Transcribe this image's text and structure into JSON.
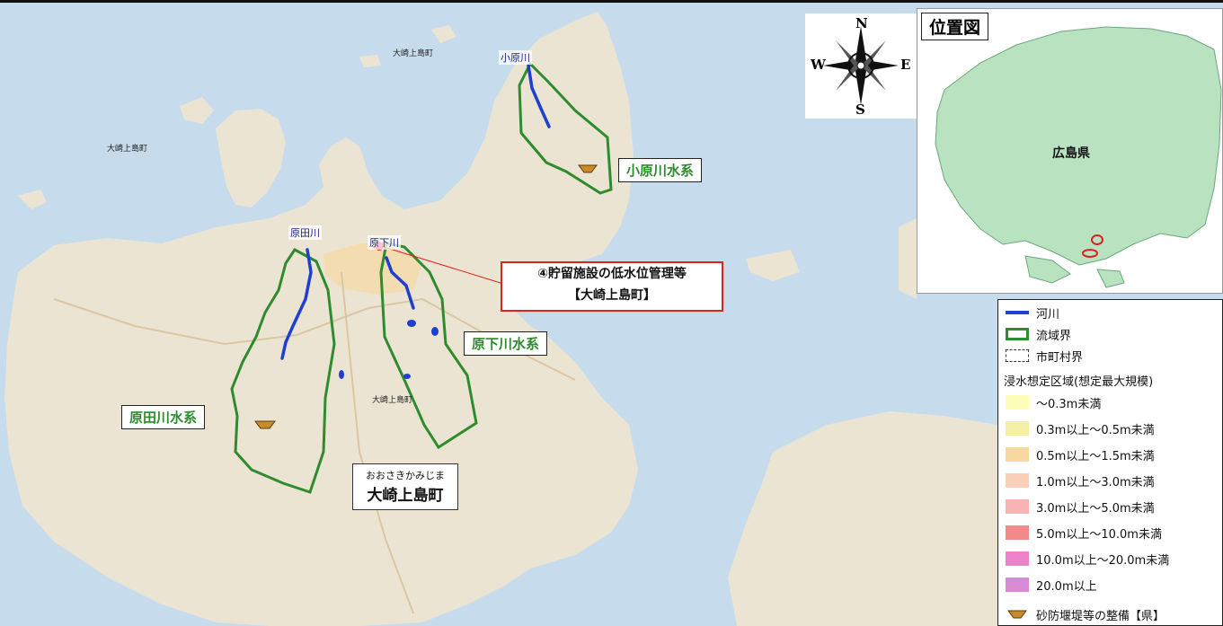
{
  "map": {
    "place_labels": [
      {
        "id": "ozaki-north",
        "text": "大崎上島町"
      },
      {
        "id": "ozaki-west",
        "text": "大崎上島町"
      },
      {
        "id": "ozaki-central",
        "text": "大崎上島町"
      }
    ],
    "rivers": [
      {
        "id": "kohara",
        "name": "小原川"
      },
      {
        "id": "harada",
        "name": "原田川"
      },
      {
        "id": "harashita",
        "name": "原下川"
      }
    ],
    "systems": [
      {
        "id": "kohara",
        "label": "小原川水系"
      },
      {
        "id": "harashita",
        "label": "原下川水系"
      },
      {
        "id": "harada",
        "label": "原田川水系"
      }
    ],
    "callout": {
      "line1": "④貯留施設の低水位管理等",
      "line2": "【大崎上島町】",
      "marker_color": "#e02020"
    },
    "town_box": {
      "reading": "おおさきかみじま",
      "name": "大崎上島町"
    },
    "compass": {
      "n": "N",
      "s": "S",
      "e": "E",
      "w": "W",
      "icon": "compass-rose-icon"
    },
    "colors": {
      "sea": "#c6dcec",
      "land": "#ece4d2",
      "river": "#1f3fd1",
      "basin": "#2e8b2e",
      "dam": "#c98a2a"
    }
  },
  "inset": {
    "title": "位置図",
    "prefecture": "広島県",
    "land_color": "#b8e2c0",
    "highlight_color": "#e02020"
  },
  "legend": {
    "river": "河川",
    "basin": "流域界",
    "municipal": "市町村界",
    "flood_title": "浸水想定区域(想定最大規模)",
    "flood_levels": [
      {
        "label": "～0.3m未満",
        "color": "#fdfdb8"
      },
      {
        "label": "0.3m以上～0.5m未満",
        "color": "#f5f0a8"
      },
      {
        "label": "0.5m以上～1.5m未満",
        "color": "#f7d9a0"
      },
      {
        "label": "1.0m以上～3.0m未満",
        "color": "#fbcfb8"
      },
      {
        "label": "3.0m以上～5.0m未満",
        "color": "#f9b3b3"
      },
      {
        "label": "5.0m以上～10.0m未満",
        "color": "#f38a8a"
      },
      {
        "label": "10.0m以上～20.0m未満",
        "color": "#ee82c8"
      },
      {
        "label": "20.0m以上",
        "color": "#d98ad6"
      }
    ],
    "dam": "砂防堰堤等の整備【県】"
  }
}
